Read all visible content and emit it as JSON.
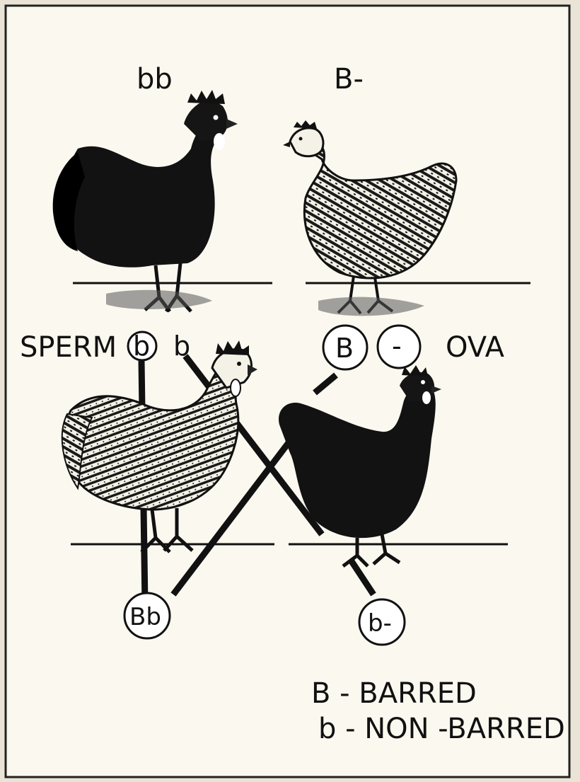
{
  "labels": {
    "father_genotype": "bb",
    "mother_genotype": "B-",
    "sperm": "SPERM",
    "ova": "OVA",
    "sperm_allele_1": "b",
    "sperm_allele_2": "b",
    "ova_allele_1": "B",
    "ova_allele_2": "-",
    "son_genotype": "Bb",
    "daughter_genotype": "b-"
  },
  "legend": {
    "barred": "B - BARRED",
    "non_barred": "b - NON -BARRED"
  },
  "illustrations": {
    "parent_rooster": "rooster-nonbarred-icon",
    "parent_hen": "hen-barred-icon",
    "offspring_rooster": "rooster-barred-icon",
    "offspring_hen": "hen-nonbarred-icon"
  },
  "colors": {
    "panel": "#fbf8ef",
    "ink": "#151515",
    "background_page": "#e9e4d6"
  }
}
